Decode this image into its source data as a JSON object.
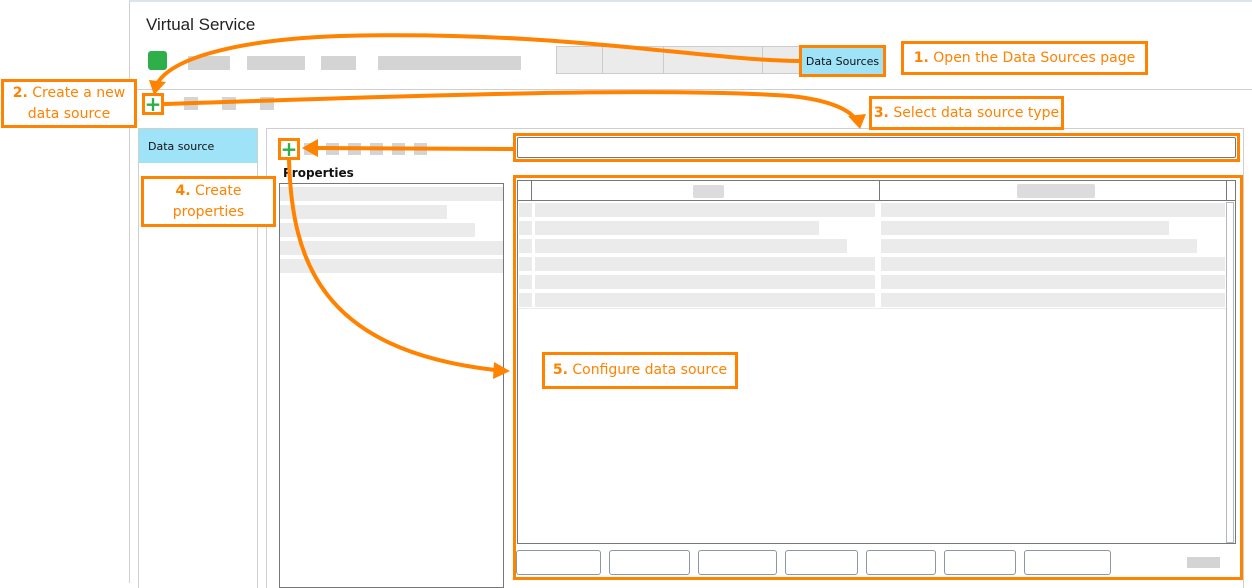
{
  "window": {
    "title": "Virtual Service"
  },
  "tabs": {
    "active_label": "Data Sources"
  },
  "left_pane": {
    "items": [
      {
        "label": "Data source",
        "selected": true
      }
    ]
  },
  "main_pane": {
    "properties_label": "Properties",
    "data_source_type_value": ""
  },
  "callouts": [
    {
      "step": "1.",
      "text": "Open the Data Sources page"
    },
    {
      "step": "2.",
      "text": "Create a new data source"
    },
    {
      "step": "3.",
      "text": "Select data source type"
    },
    {
      "step": "4.",
      "text": "Create properties"
    },
    {
      "step": "5.",
      "text": "Configure data source"
    }
  ],
  "icons": {
    "add": "plus-icon",
    "app": "app-icon"
  },
  "colors": {
    "accent_orange": "#ff8200",
    "selection_blue": "#9fe3f9",
    "add_green": "#2eaf4a",
    "placeholder_gray": "#d4d4d4"
  }
}
